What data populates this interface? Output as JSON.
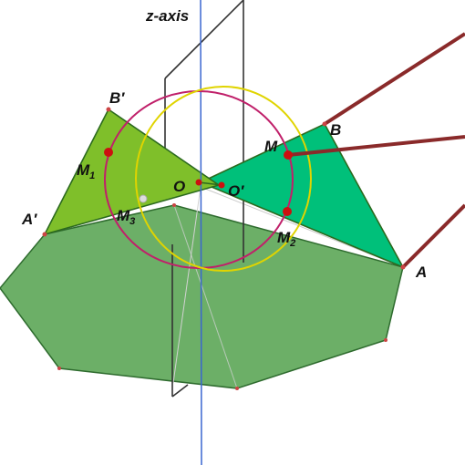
{
  "axis_label": "z-axis",
  "points": {
    "A": "A",
    "B": "B",
    "A_prime": "A′",
    "B_prime": "B′",
    "O": "O",
    "O_prime": "O′",
    "M": "M",
    "M1": {
      "base": "M",
      "sub": "1"
    },
    "M2": {
      "base": "M",
      "sub": "2"
    },
    "M3": {
      "base": "M",
      "sub": "3"
    }
  },
  "colors": {
    "base_polygon_fill": "#5fa85a",
    "base_polygon_stroke": "#2e6b2e",
    "right_triangle_fill": "#00c07a",
    "left_triangle_fill": "#7fbf2a",
    "triangle_stroke": "#2b6a1e",
    "magenta_circle": "#c0206a",
    "yellow_circle": "#e0d400",
    "z_axis": "#3a66d0",
    "rod": "#8a2a2a",
    "point_red": "#cc1010",
    "plane_outline": "#333333"
  }
}
